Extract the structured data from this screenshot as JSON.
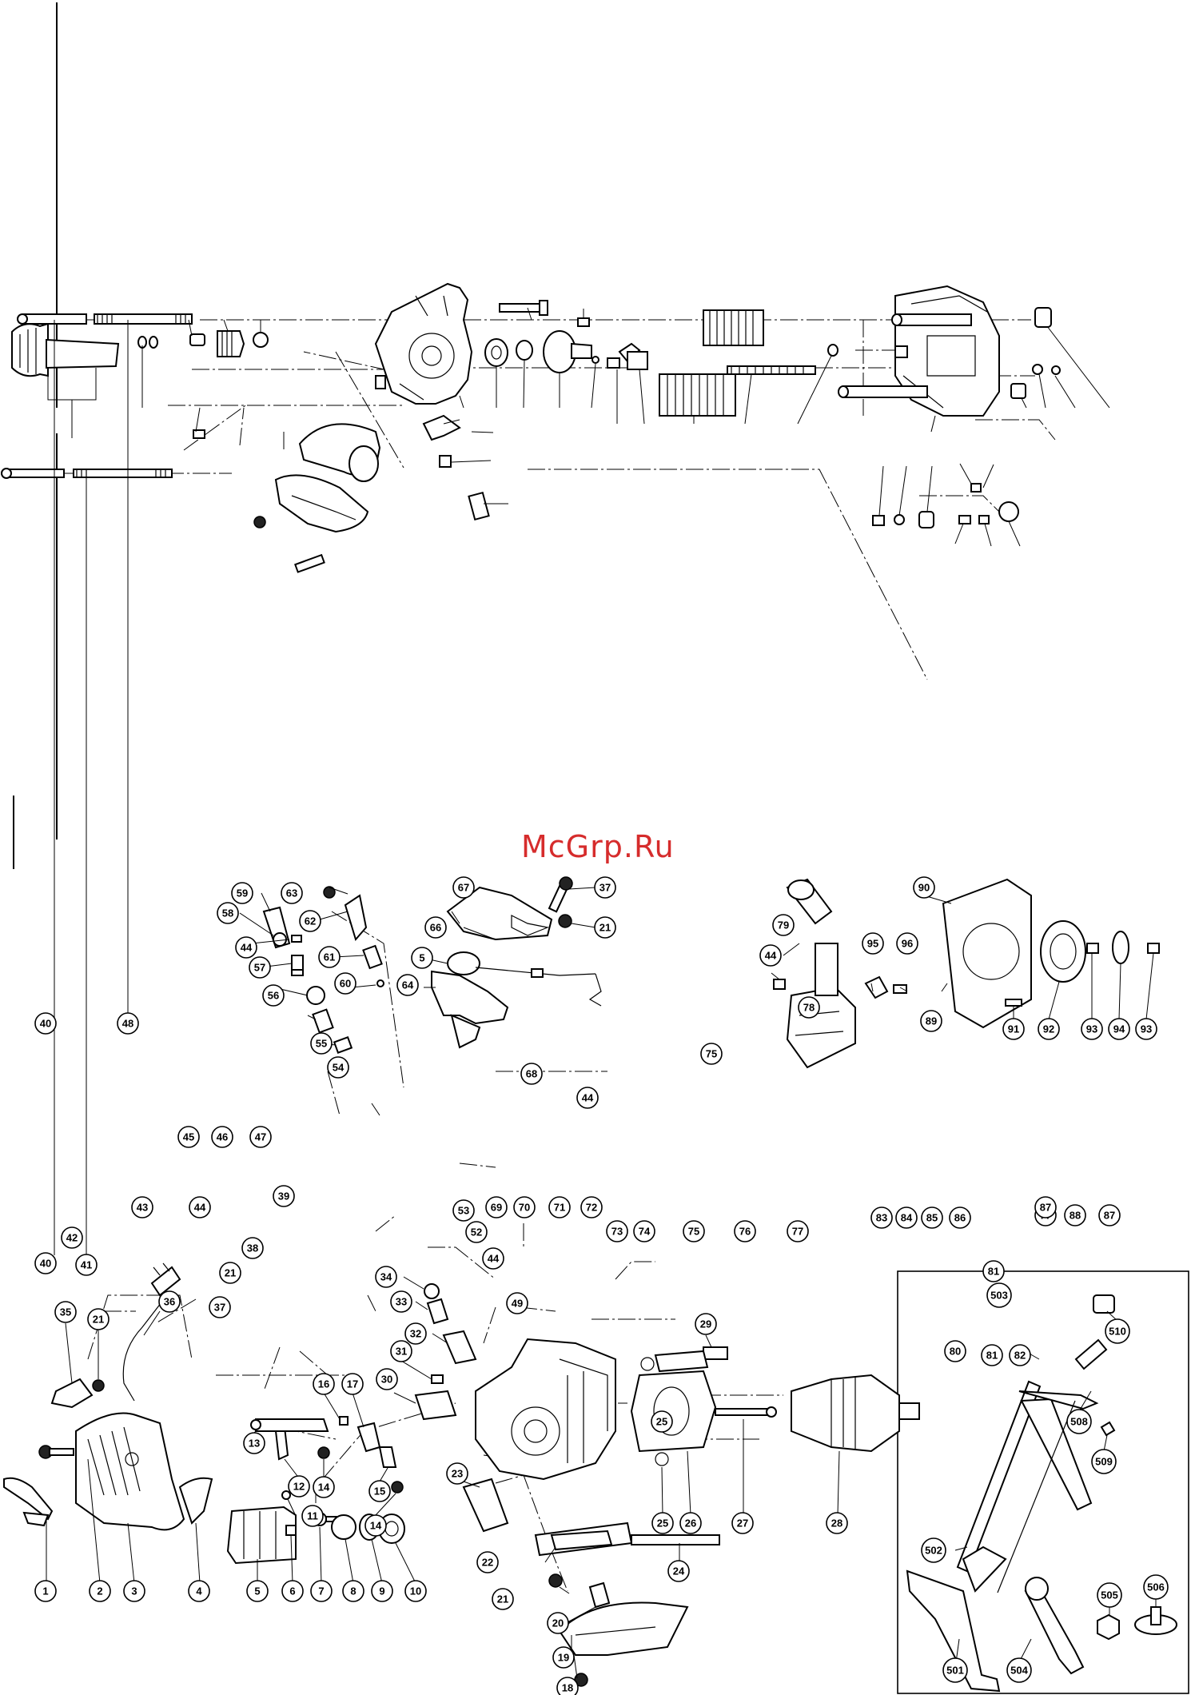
{
  "watermark": "McGrp.Ru",
  "part_numbers": [
    "1",
    "2",
    "3",
    "4",
    "5",
    "5",
    "6",
    "7",
    "8",
    "9",
    "10",
    "11",
    "12",
    "13",
    "14",
    "14",
    "15",
    "16",
    "17",
    "18",
    "19",
    "20",
    "21",
    "21",
    "21",
    "21",
    "22",
    "23",
    "24",
    "25",
    "25",
    "26",
    "27",
    "28",
    "29",
    "30",
    "31",
    "32",
    "33",
    "34",
    "35",
    "36",
    "37",
    "37",
    "38",
    "39",
    "40",
    "40",
    "41",
    "42",
    "43",
    "44",
    "44",
    "44",
    "44",
    "44",
    "45",
    "46",
    "47",
    "48",
    "49",
    "52",
    "53",
    "54",
    "55",
    "56",
    "57",
    "58",
    "59",
    "60",
    "61",
    "62",
    "63",
    "64",
    "66",
    "67",
    "68",
    "69",
    "70",
    "71",
    "72",
    "73",
    "74",
    "75",
    "75",
    "76",
    "77",
    "77",
    "78",
    "79",
    "80",
    "81",
    "81",
    "82",
    "83",
    "84",
    "85",
    "86",
    "87",
    "87",
    "88",
    "89",
    "90",
    "91",
    "92",
    "93",
    "93",
    "94",
    "95",
    "96",
    "501",
    "502",
    "503",
    "504",
    "505",
    "506",
    "508",
    "509",
    "510"
  ]
}
